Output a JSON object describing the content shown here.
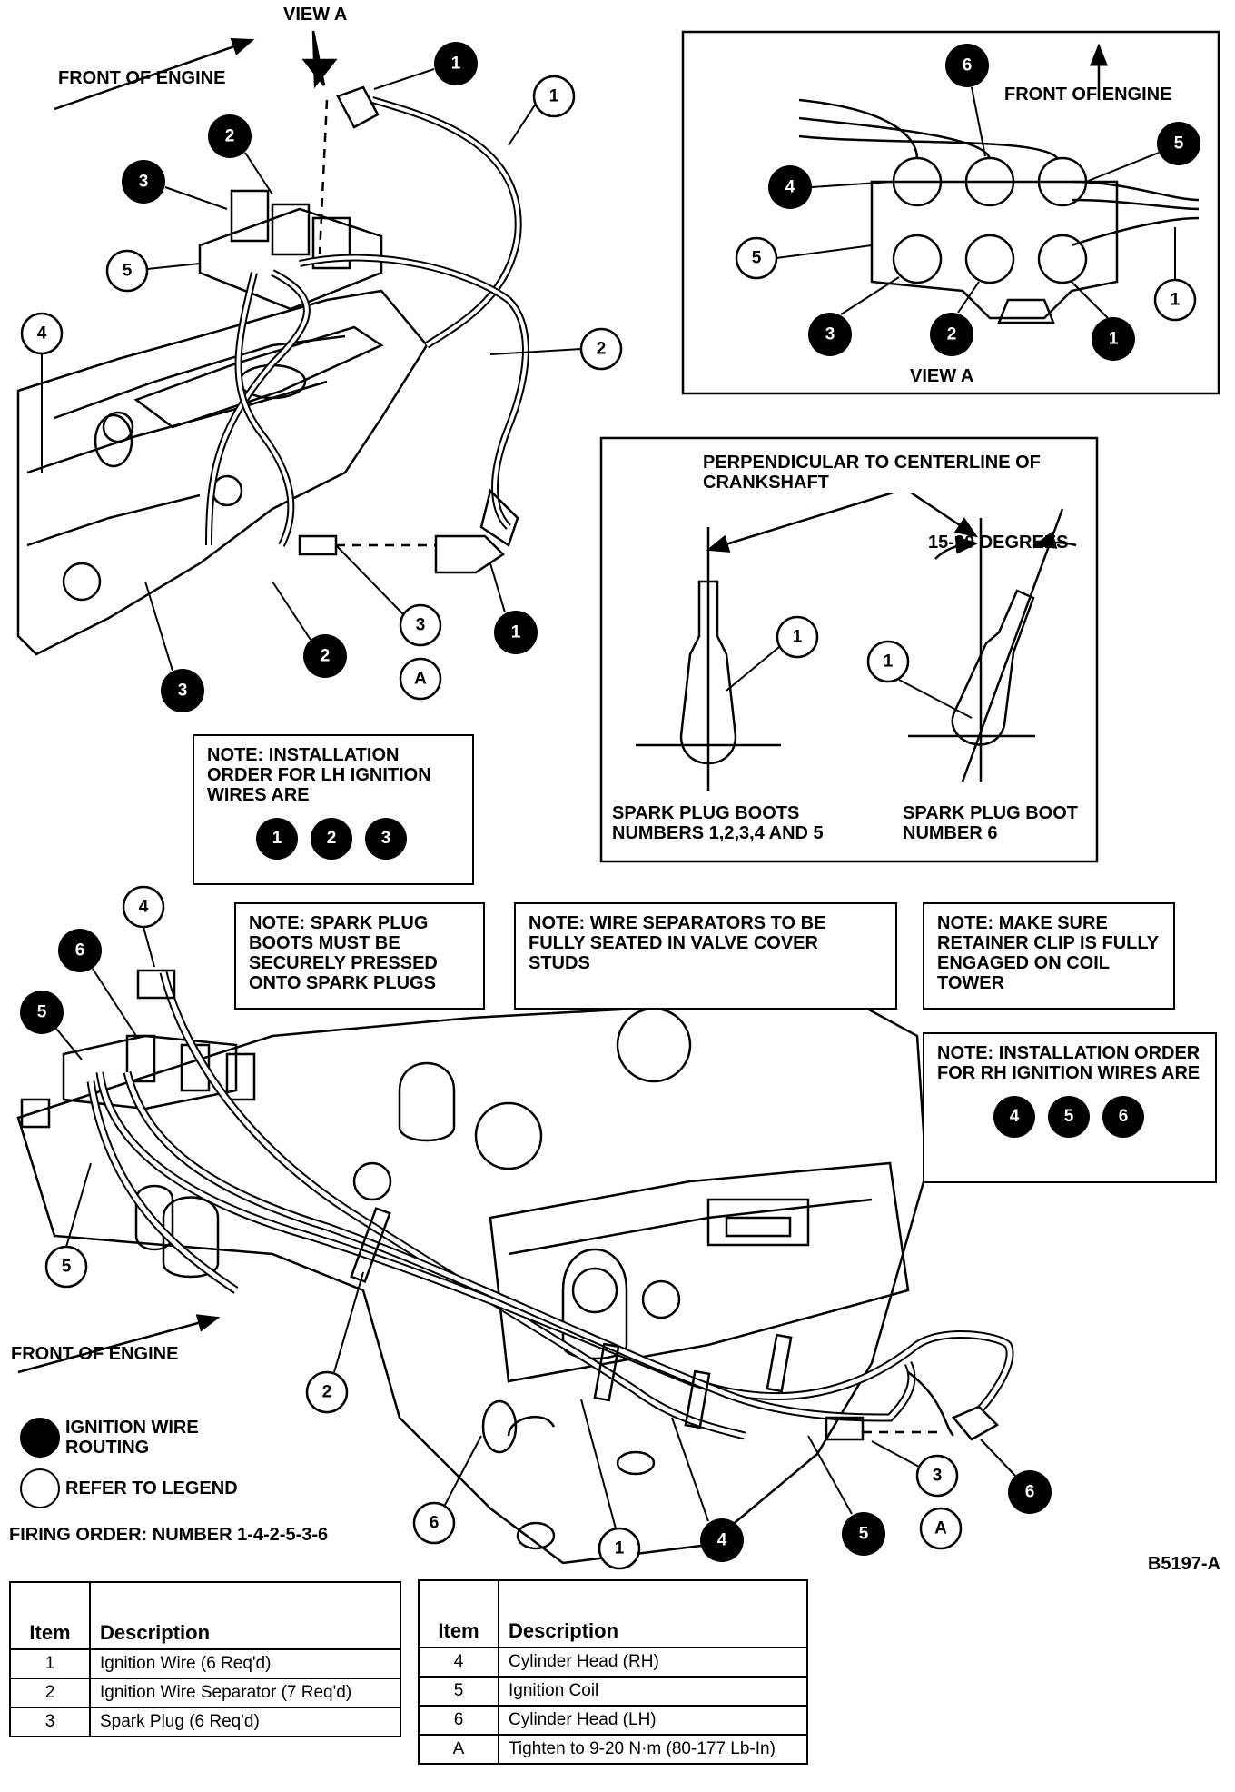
{
  "labels": {
    "view_a_top": "VIEW A",
    "front_engine_top": "FRONT OF ENGINE",
    "front_engine_inset": "FRONT OF ENGINE",
    "view_a_inset": "VIEW A",
    "perpendicular": "PERPENDICULAR TO CENTERLINE OF CRANKSHAFT",
    "degrees": "15-20 DEGREES",
    "boots_15": "SPARK PLUG BOOTS NUMBERS 1,2,3,4 AND 5",
    "boot_6": "SPARK PLUG BOOT NUMBER 6",
    "front_engine_bottom": "FRONT OF ENGINE",
    "firing_order": "FIRING ORDER: NUMBER 1-4-2-5-3-6",
    "figure_id": "B5197-A"
  },
  "notes": {
    "lh": {
      "text": "NOTE: INSTALLATION ORDER FOR LH IGNITION WIRES ARE",
      "order": [
        "1",
        "2",
        "3"
      ]
    },
    "boots": {
      "text": "NOTE: SPARK PLUG BOOTS MUST BE SECURELY PRESSED ONTO SPARK PLUGS"
    },
    "separators": {
      "text": "NOTE: WIRE SEPARATORS TO BE FULLY SEATED IN VALVE COVER STUDS"
    },
    "retainer": {
      "text": "NOTE: MAKE SURE RETAINER CLIP IS FULLY ENGAGED ON COIL TOWER"
    },
    "rh": {
      "text": "NOTE: INSTALLATION ORDER FOR RH IGNITION WIRES ARE",
      "order": [
        "4",
        "5",
        "6"
      ]
    }
  },
  "legend": {
    "filled": "IGNITION WIRE ROUTING",
    "open": "REFER TO LEGEND"
  },
  "table": {
    "item_header": "Item",
    "desc_header": "Description",
    "left": [
      {
        "item": "1",
        "desc": "Ignition Wire (6 Req'd)"
      },
      {
        "item": "2",
        "desc": "Ignition Wire Separator (7 Req'd)"
      },
      {
        "item": "3",
        "desc": "Spark Plug (6 Req'd)"
      }
    ],
    "right": [
      {
        "item": "4",
        "desc": "Cylinder Head (RH)"
      },
      {
        "item": "5",
        "desc": "Ignition Coil"
      },
      {
        "item": "6",
        "desc": "Cylinder Head (LH)"
      },
      {
        "item": "A",
        "desc": "Tighten to 9-20 N·m (80-177 Lb-In)"
      }
    ]
  },
  "callouts": [
    "1",
    "1",
    "2",
    "3",
    "5",
    "4",
    "2",
    "3",
    "1",
    "2",
    "3",
    "A",
    "6",
    "4",
    "5",
    "5",
    "1",
    "3",
    "1",
    "2",
    "3",
    "1",
    "1",
    "1",
    "4",
    "6",
    "5",
    "5",
    "2",
    "6",
    "1",
    "4",
    "5",
    "3",
    "6",
    "A"
  ]
}
